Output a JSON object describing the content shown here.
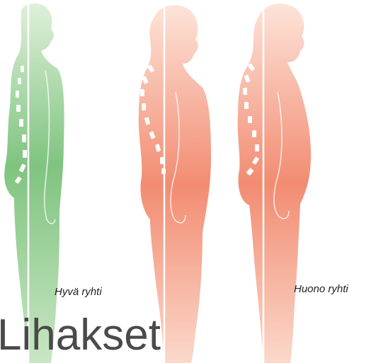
{
  "figure": {
    "good_posture_label": "Hyvä ryhti",
    "bad_posture_label": "Huono ryhti",
    "heading": "Lihakset"
  },
  "colors": {
    "good": "#6dbb72",
    "bad": "#f0836a",
    "background": "#ffffff",
    "plumb_line": "#ffffff",
    "spine_marks": "#ffffff"
  }
}
